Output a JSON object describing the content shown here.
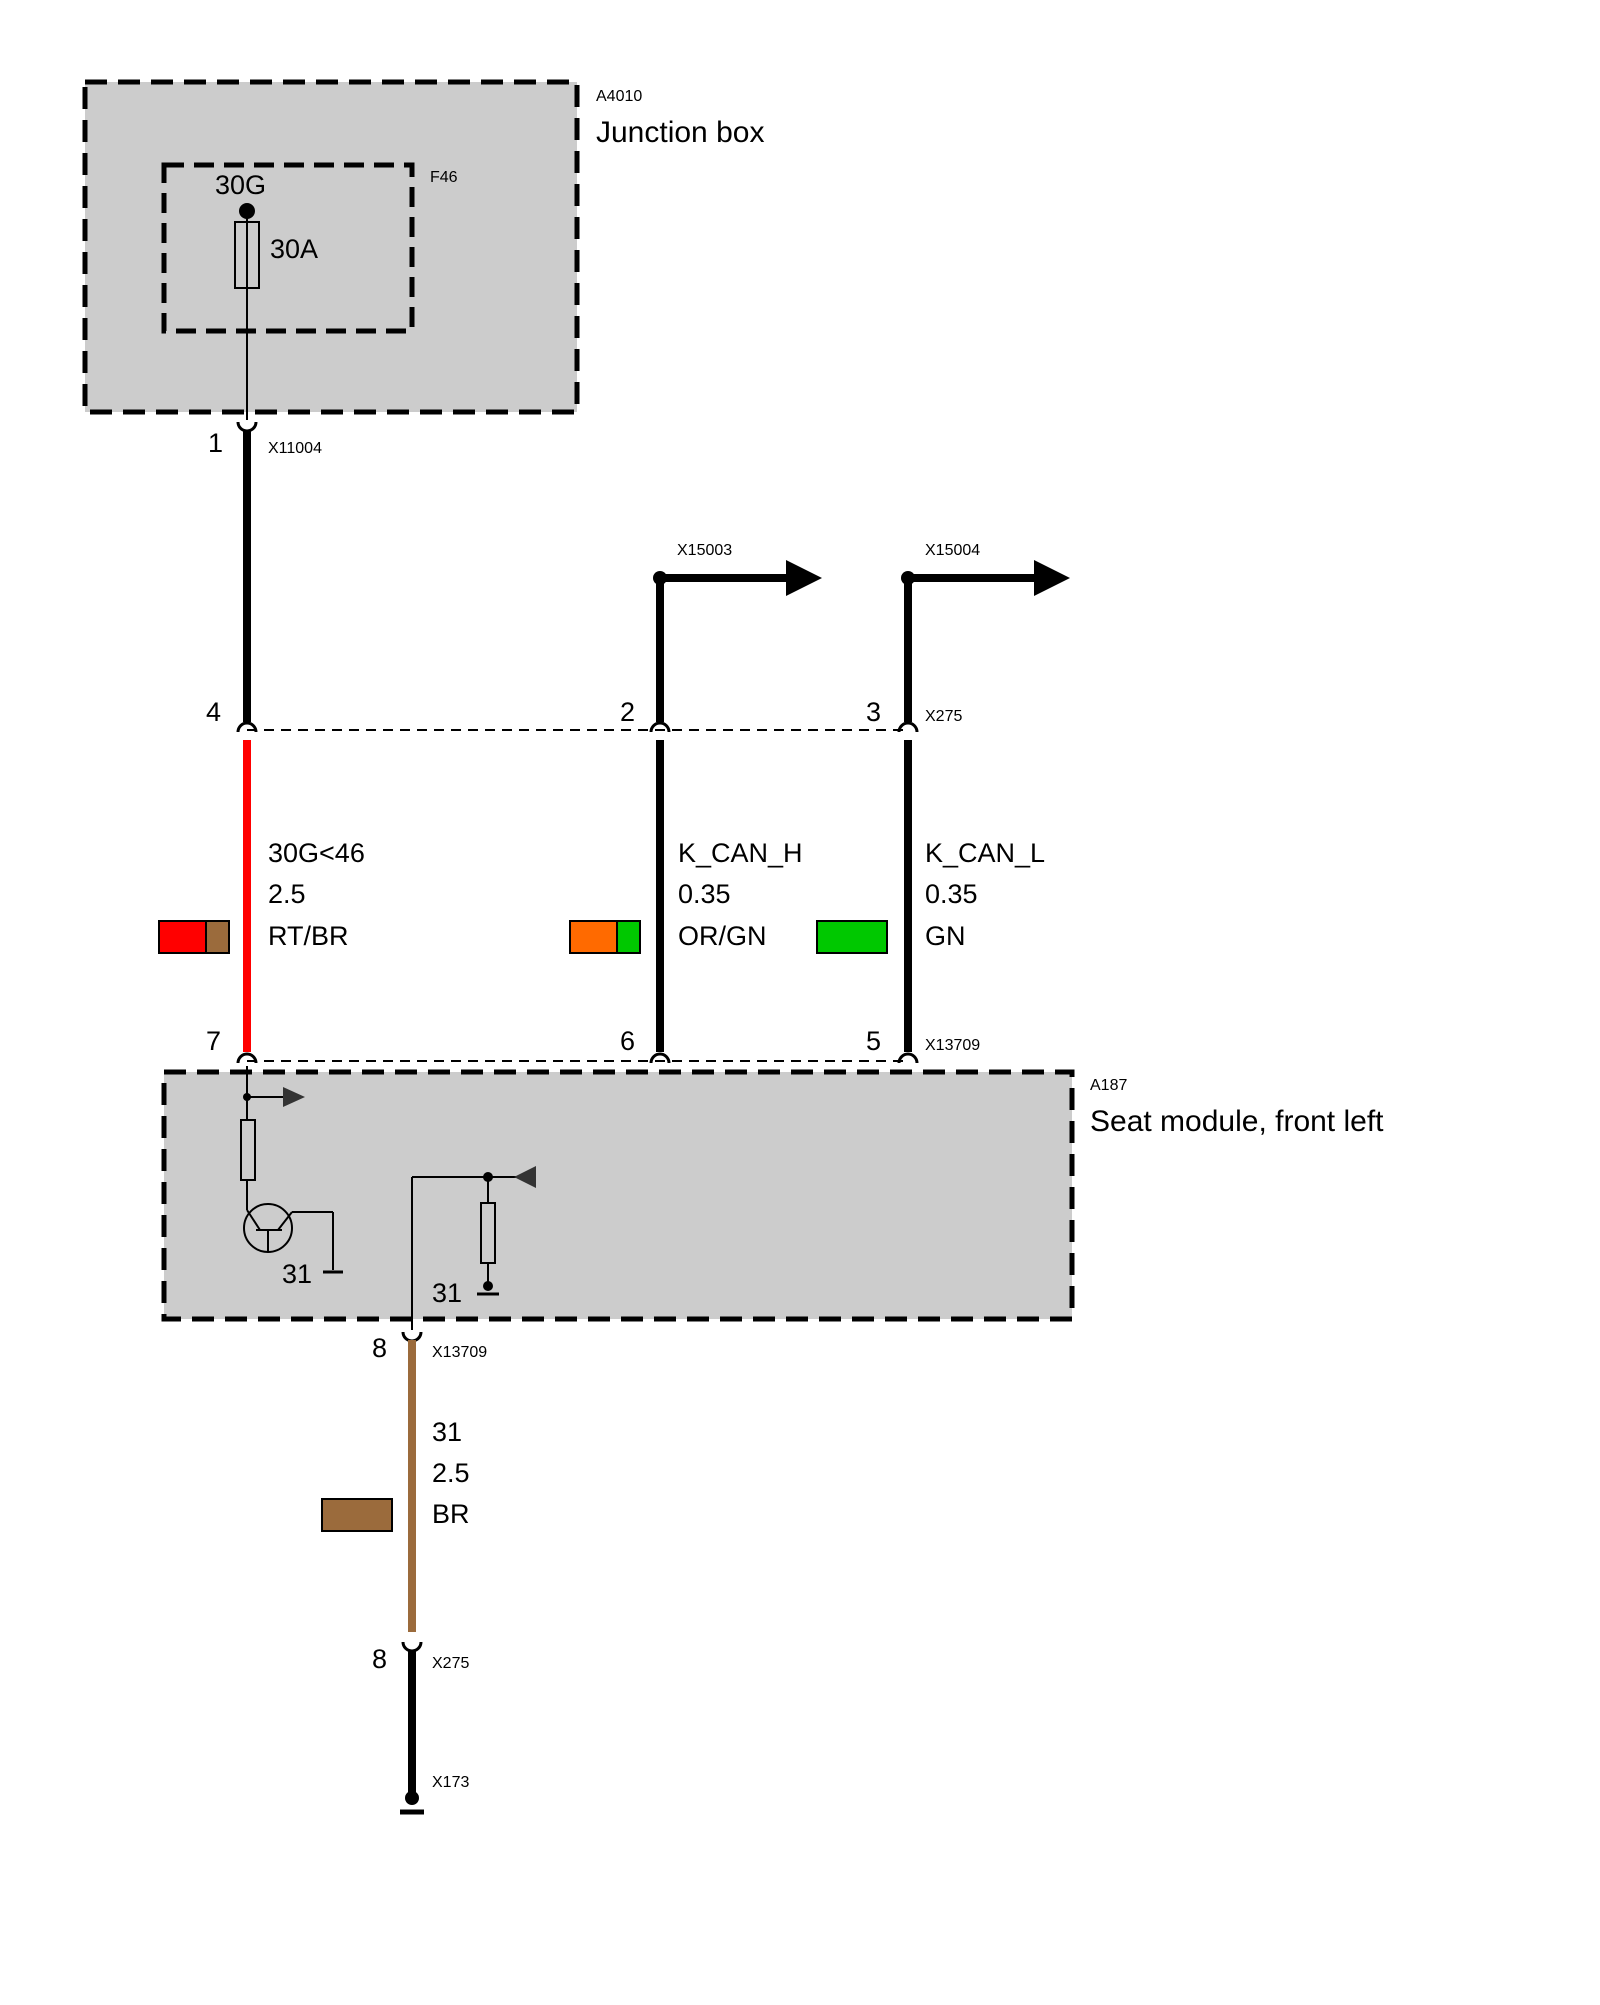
{
  "components": {
    "junction_box": {
      "id": "A4010",
      "name": "Junction box"
    },
    "fuse": {
      "id": "F46",
      "terminal": "30G",
      "rating": "30A"
    },
    "seat_module": {
      "id": "A187",
      "name": "Seat module, front left"
    }
  },
  "connectors": {
    "x11004": {
      "id": "X11004",
      "pin": "1"
    },
    "x275_top": {
      "id": "X275",
      "pins": [
        "4",
        "2",
        "3"
      ]
    },
    "x13709_top": {
      "id": "X13709",
      "pins": [
        "7",
        "6",
        "5"
      ]
    },
    "x13709_bottom": {
      "id": "X13709",
      "pin": "8"
    },
    "x275_bottom": {
      "id": "X275",
      "pin": "8"
    },
    "x173": {
      "id": "X173"
    },
    "x15003": {
      "id": "X15003"
    },
    "x15004": {
      "id": "X15004"
    }
  },
  "wires": [
    {
      "signal": "30G<46",
      "gauge": "2.5",
      "color_code": "RT/BR",
      "colors": [
        "#ff0000",
        "#9b6b3c"
      ]
    },
    {
      "signal": "K_CAN_H",
      "gauge": "0.35",
      "color_code": "OR/GN",
      "colors": [
        "#ff6a00",
        "#00c800"
      ]
    },
    {
      "signal": "K_CAN_L",
      "gauge": "0.35",
      "color_code": "GN",
      "colors": [
        "#00c800"
      ]
    },
    {
      "signal": "31",
      "gauge": "2.5",
      "color_code": "BR",
      "colors": [
        "#9b6b3c"
      ]
    }
  ],
  "internal": {
    "ground_label_left": "31",
    "ground_label_right": "31"
  },
  "colors": {
    "box_fill": "#cccccc",
    "wire_black": "#000000",
    "wire_red": "#ff0000",
    "wire_brown": "#9b6b3c"
  }
}
